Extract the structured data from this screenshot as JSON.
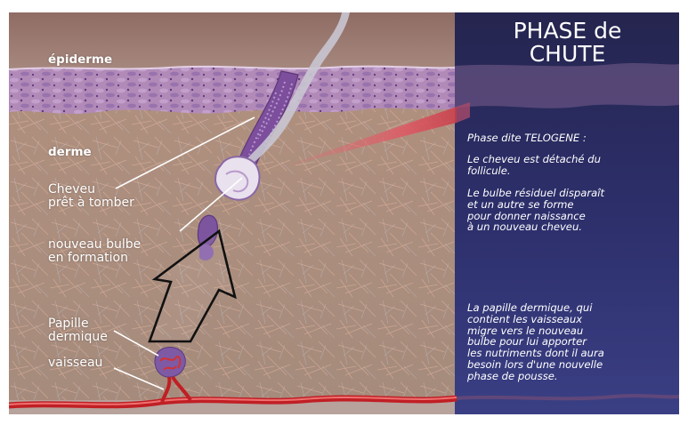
{
  "colors": {
    "epidermis_top": "#a07e74",
    "dermis": "#ae9180",
    "panel": "#2c2d66",
    "follicle": "#8a5cae",
    "vessel": "#d22b2b",
    "label_text": "#ffffff"
  },
  "labels": {
    "epiderme": "épiderme",
    "derme": "derme",
    "cheveu": [
      "Cheveu",
      "prêt à tomber"
    ],
    "bulbe": [
      "nouveau bulbe",
      "en formation"
    ],
    "papille": [
      "Papille",
      "dermique"
    ],
    "vaisseau": "vaisseau"
  },
  "panel": {
    "title": [
      "PHASE de",
      "CHUTE"
    ],
    "subtitle": "Phase dite TELOGENE :",
    "p1": [
      "Le cheveu est détaché du",
      "follicule."
    ],
    "p2": [
      "Le bulbe résiduel disparaît",
      "et un autre se forme",
      "pour donner naissance",
      "à un nouveau cheveu."
    ],
    "p3": [
      "La papille dermique, qui",
      "contient les vaisseaux",
      "migre vers le nouveau",
      "bulbe pour lui apporter",
      "les nutriments dont il aura",
      "besoin lors d'une nouvelle",
      "phase de pousse."
    ]
  },
  "icons": [
    "migration-arrow-icon"
  ]
}
